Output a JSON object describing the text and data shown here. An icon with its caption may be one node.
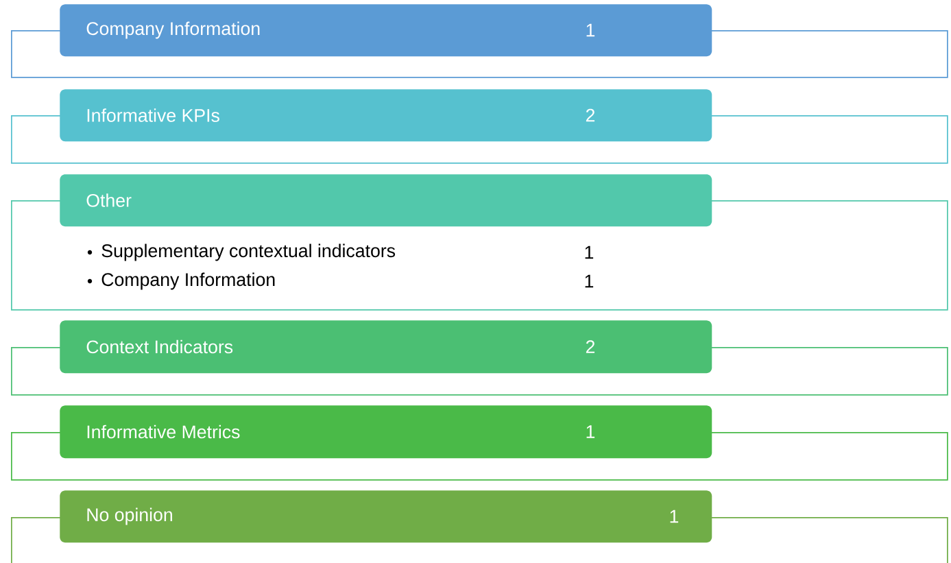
{
  "diagram": {
    "nodes": [
      {
        "text": [
          "Company Information",
          "1"
        ]
      },
      {
        "text": [],
        "shape": "box"
      },
      {
        "text": [
          "Informative KPIs",
          "2"
        ]
      },
      {
        "text": [],
        "shape": "box"
      },
      {
        "text": [
          "Other"
        ]
      },
      {
        "text": [
          "Supplementary contextual indicators",
          "1",
          "Company Information",
          "1"
        ]
      },
      {
        "text": [
          "Context Indicators",
          "2"
        ]
      },
      {
        "text": [],
        "shape": "box"
      },
      {
        "text": [
          "Informative Metrics",
          "1"
        ]
      },
      {
        "text": [],
        "shape": "box"
      },
      {
        "text": [
          "No opinion",
          "1"
        ]
      },
      {
        "text": [],
        "shape": "box"
      }
    ]
  }
}
